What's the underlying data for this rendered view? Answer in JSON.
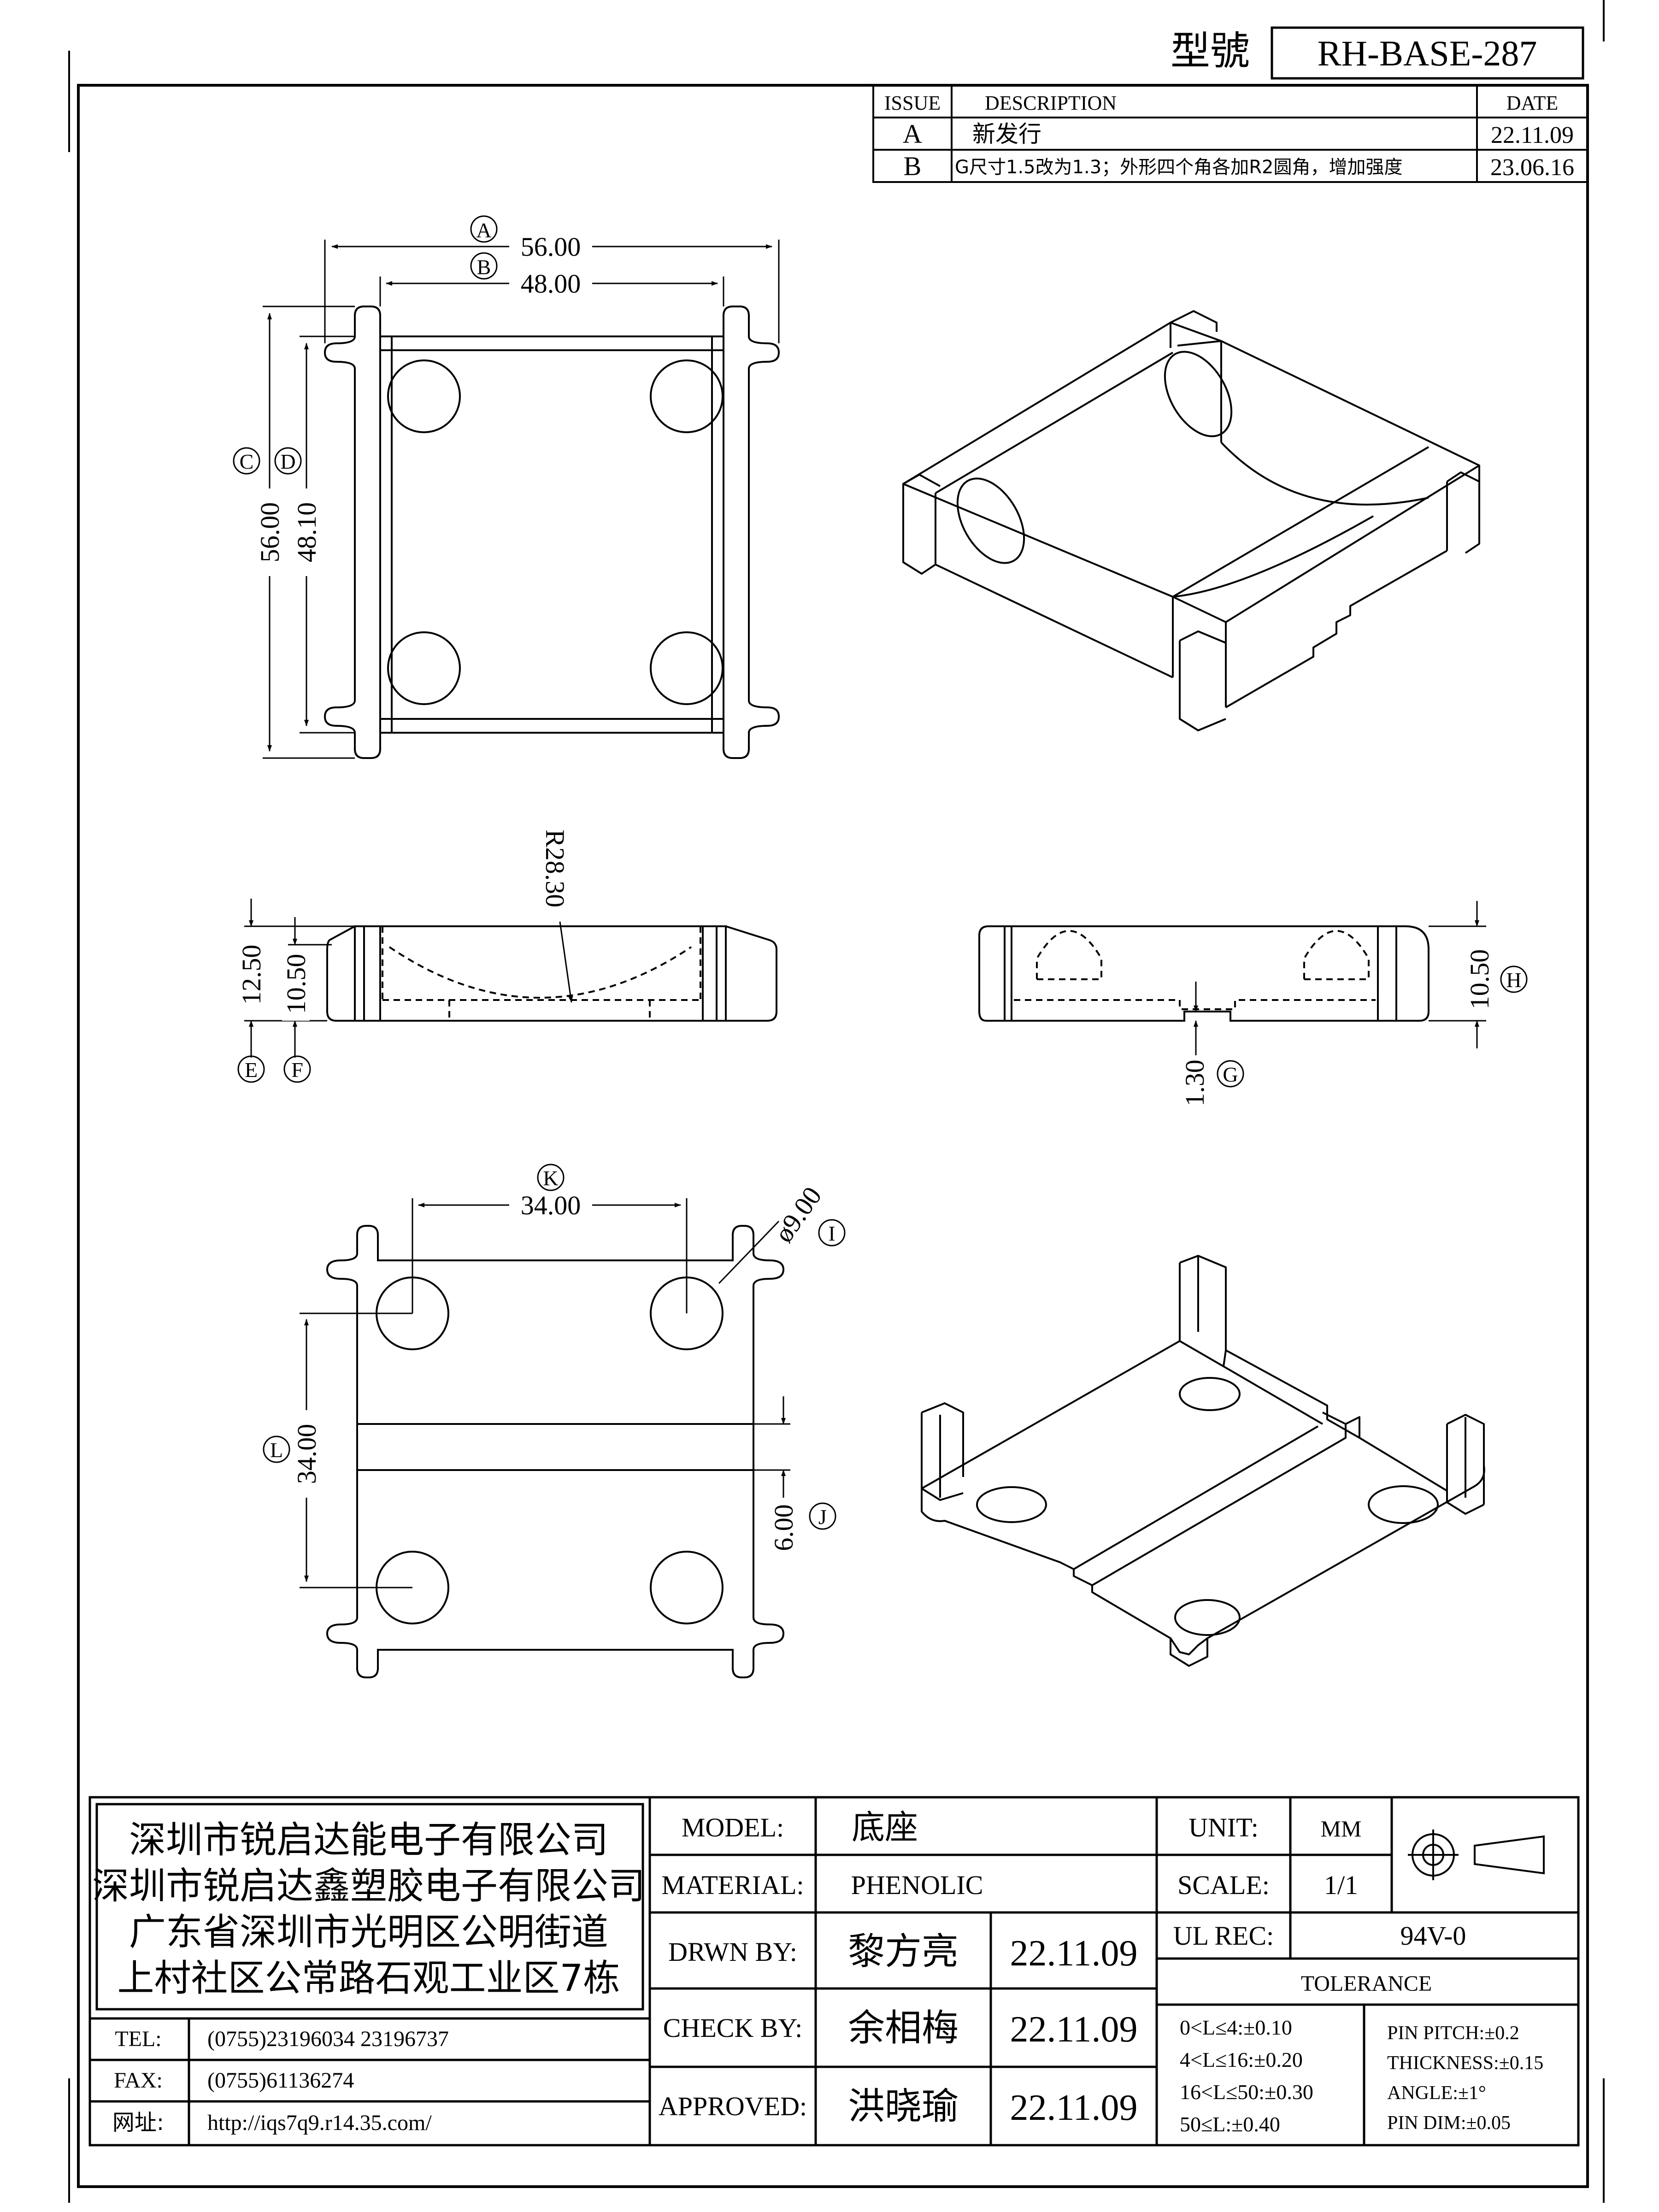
{
  "header": {
    "model_label": "型號",
    "model_no": "RH-BASE-287"
  },
  "revisions": {
    "headers": {
      "issue": "ISSUE",
      "description": "DESCRIPTION",
      "date": "DATE"
    },
    "rows": [
      {
        "issue": "A",
        "description": "新发行",
        "date": "22.11.09"
      },
      {
        "issue": "B",
        "description": "G尺寸1.5改为1.3；外形四个角各加R2圆角，增加强度",
        "date": "23.06.16"
      }
    ]
  },
  "dimensions": {
    "top_view": {
      "a_mark": "A",
      "a_value": "56.00",
      "b_mark": "B",
      "b_value": "48.00",
      "c_mark": "C",
      "c_value": "56.00",
      "d_mark": "D",
      "d_value": "48.10"
    },
    "front_view": {
      "radius": "R28.30",
      "e_value": "12.50",
      "f_value": "10.50",
      "e_mark": "E",
      "f_mark": "F"
    },
    "side_view": {
      "h_value": "10.50",
      "h_mark": "H",
      "g_value": "1.30",
      "g_mark": "G"
    },
    "bottom_view": {
      "k_mark": "K",
      "k_value": "34.00",
      "i_value": "ø9.00",
      "i_mark": "I",
      "l_mark": "L",
      "l_value": "34.00",
      "j_value": "6.00",
      "j_mark": "J"
    }
  },
  "title_block": {
    "company": [
      "深圳市锐启达能电子有限公司",
      "深圳市锐启达鑫塑胶电子有限公司",
      "广东省深圳市光明区公明街道",
      "上村社区公常路石观工业区7栋"
    ],
    "contacts": [
      {
        "label": "TEL:",
        "value": "(0755)23196034  23196737"
      },
      {
        "label": "FAX:",
        "value": "(0755)61136274"
      },
      {
        "label": "网址:",
        "value": "http://iqs7q9.r14.35.com/"
      }
    ],
    "model_label": "MODEL:",
    "model_value": "底座",
    "material_label": "MATERIAL:",
    "material_value": "PHENOLIC",
    "drawn_label": "DRWN BY:",
    "drawn_name": "黎方亮",
    "drawn_date": "22.11.09",
    "check_label": "CHECK BY:",
    "check_name": "余相梅",
    "check_date": "22.11.09",
    "approved_label": "APPROVED:",
    "approved_name": "洪晓瑜",
    "approved_date": "22.11.09",
    "unit_label": "UNIT:",
    "unit_value": "MM",
    "scale_label": "SCALE:",
    "scale_value": "1/1",
    "ul_label": "UL REC:",
    "ul_value": "94V-0",
    "tolerance_title": "TOLERANCE",
    "tolerance_left": [
      "0<L≤4:±0.10",
      "4<L≤16:±0.20",
      "16<L≤50:±0.30",
      "50≤L:±0.40"
    ],
    "tolerance_right": [
      "PIN PITCH:±0.2",
      "THICKNESS:±0.15",
      "ANGLE:±1°",
      "PIN DIM:±0.05"
    ]
  }
}
